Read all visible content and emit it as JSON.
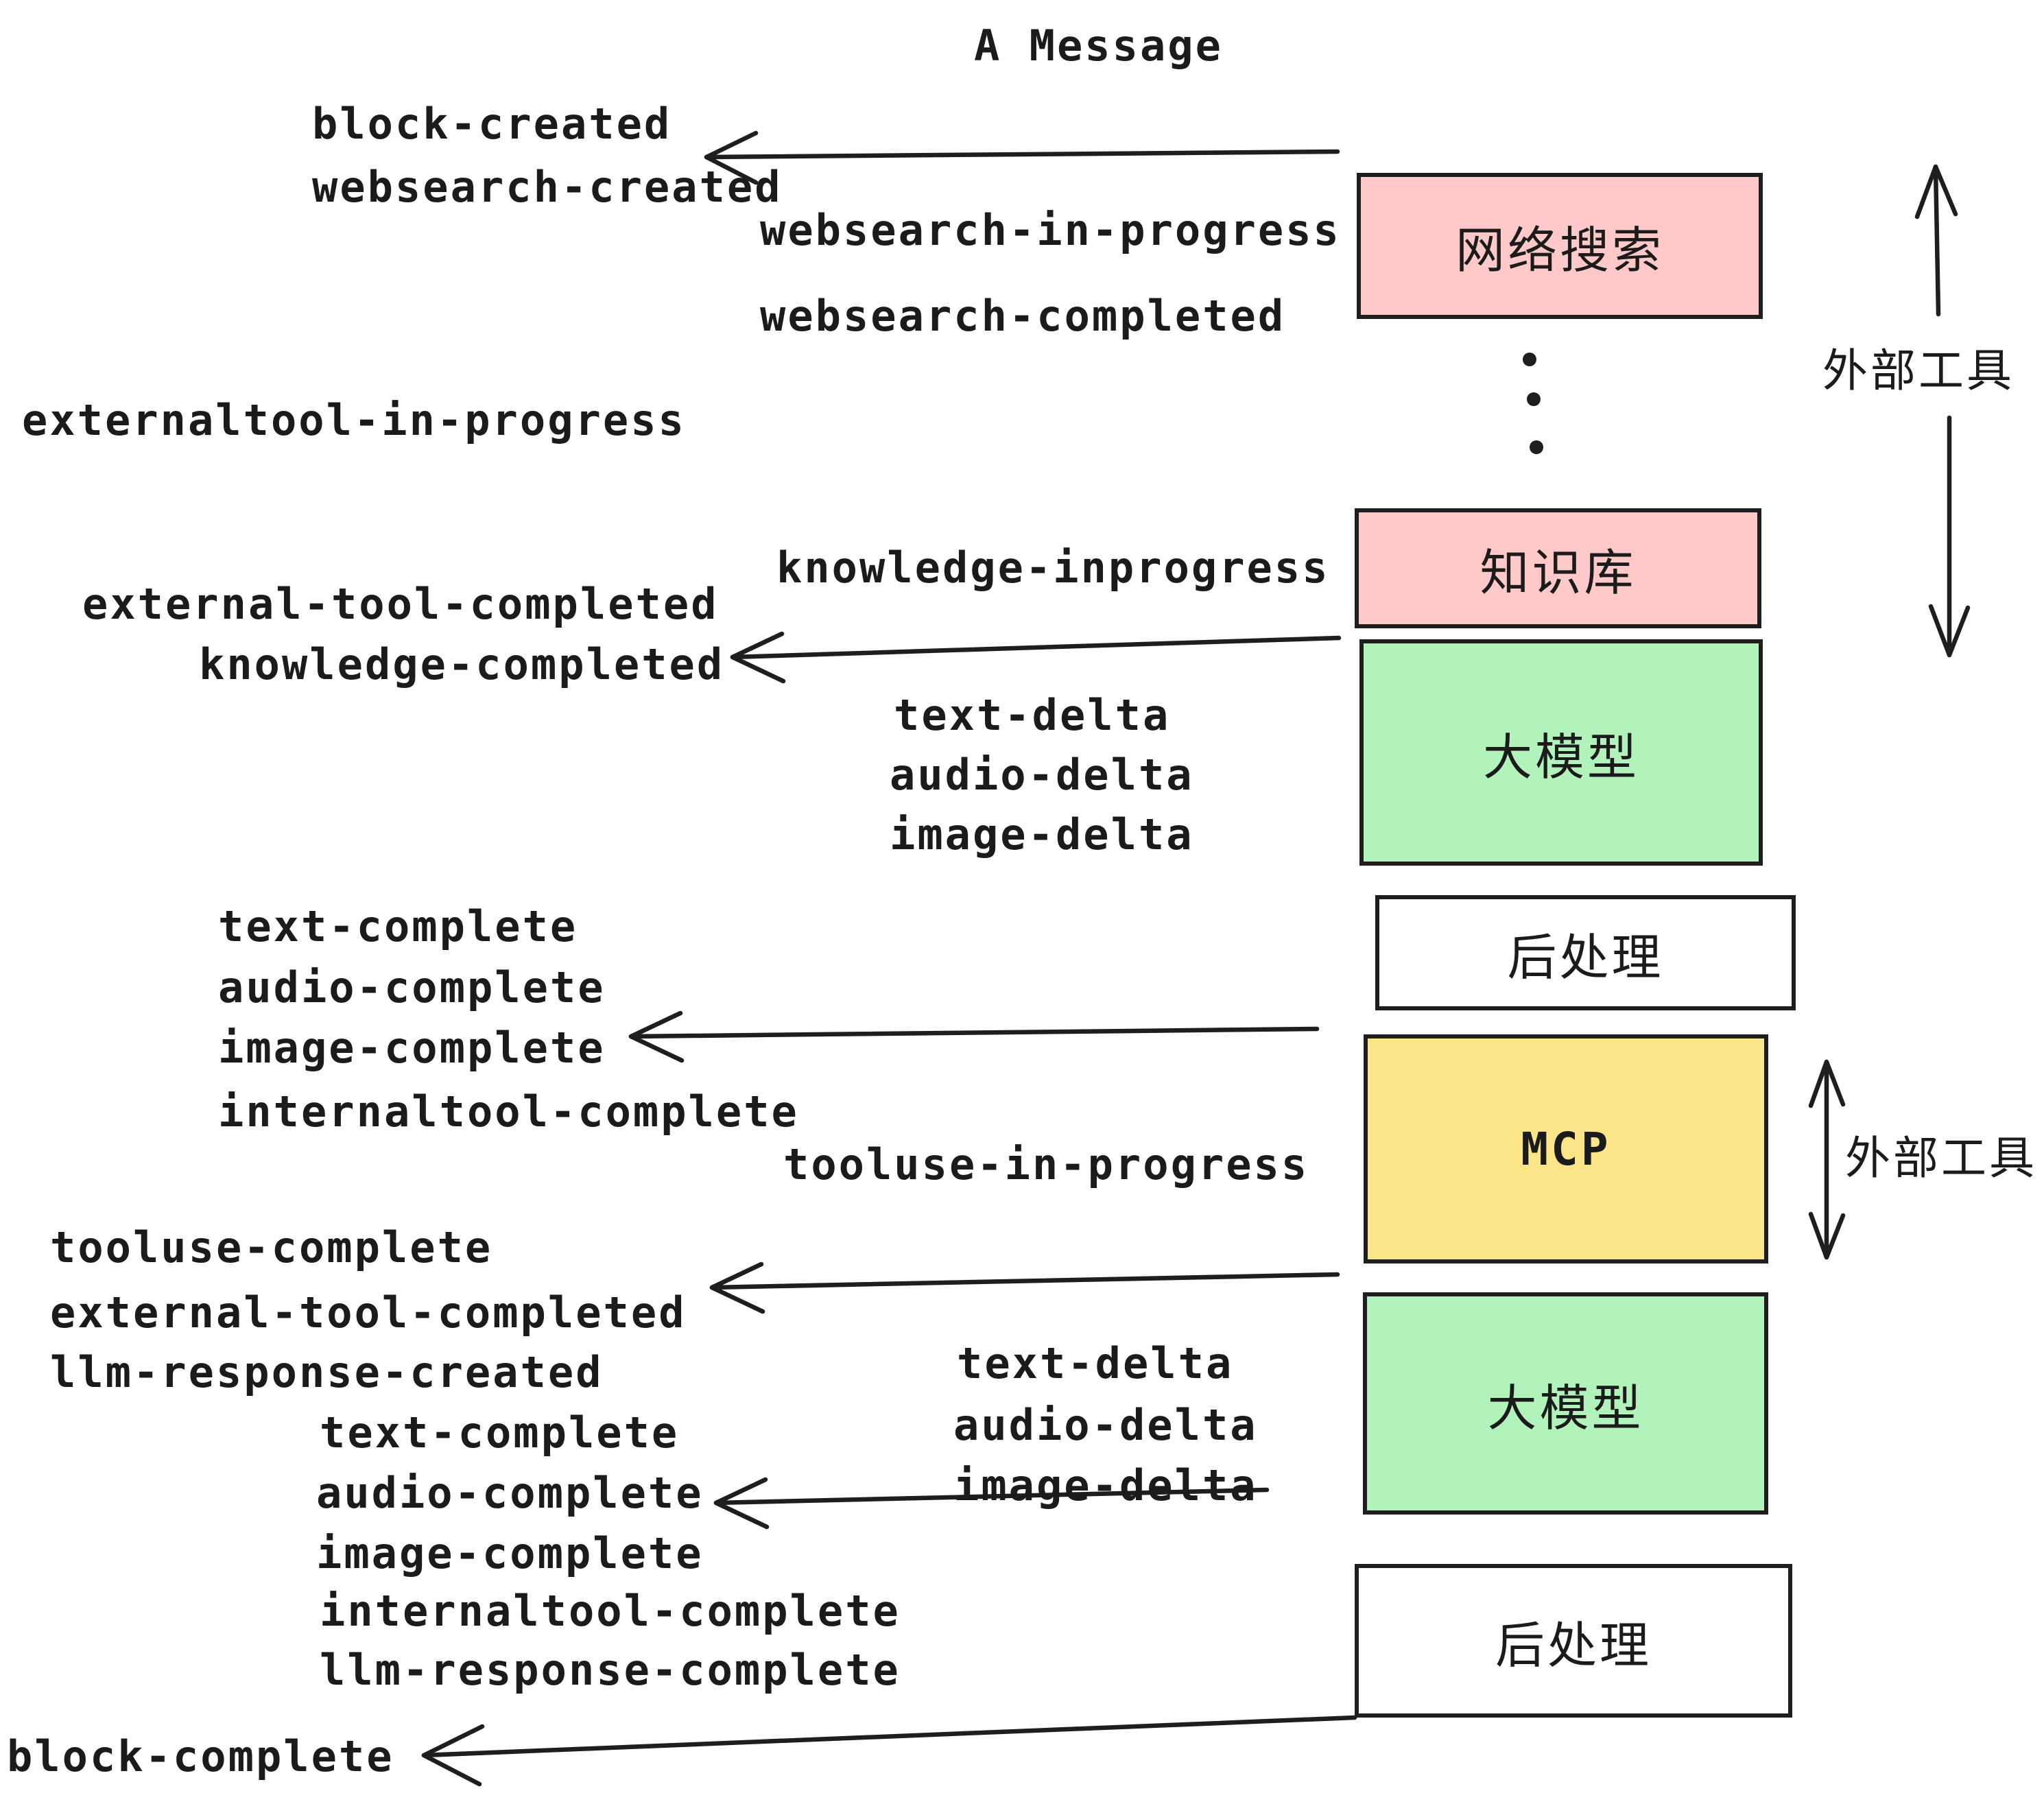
{
  "title": "A Message",
  "events": {
    "block_created": "block-created",
    "websearch_created": "websearch-created",
    "websearch_in_progress": "websearch-in-progress",
    "websearch_completed": "websearch-completed",
    "externaltool_in_progress": "externaltool-in-progress",
    "knowledge_inprogress": "knowledge-inprogress",
    "external_tool_completed": "external-tool-completed",
    "knowledge_completed": "knowledge-completed",
    "text_delta": "text-delta",
    "audio_delta": "audio-delta",
    "image_delta": "image-delta",
    "text_complete": "text-complete",
    "audio_complete": "audio-complete",
    "image_complete": "image-complete",
    "internaltool_complete": "internaltool-complete",
    "tooluse_in_progress": "tooluse-in-progress",
    "tooluse_complete": "tooluse-complete",
    "external_tool_completed_2": "external-tool-completed",
    "llm_response_created": "llm-response-created",
    "text_delta_2": "text-delta",
    "audio_delta_2": "audio-delta",
    "image_delta_2": "image-delta",
    "text_complete_2": "text-complete",
    "audio_complete_2": "audio-complete",
    "image_complete_2": "image-complete",
    "internaltool_complete_2": "internaltool-complete",
    "llm_response_complete": "llm-response-complete",
    "block_complete": "block-complete"
  },
  "nodes": {
    "websearch": "网络搜索",
    "knowledge": "知识库",
    "llm_1": "大模型",
    "post_1": "后处理",
    "mcp": "MCP",
    "llm_2": "大模型",
    "post_2": "后处理"
  },
  "side_labels": {
    "external_tools_1": "外部工具",
    "external_tools_2": "外部工具"
  },
  "colors": {
    "pink": "#ffc9c9",
    "green": "#b2f2bb",
    "yellow": "#fae588",
    "white": "#ffffff",
    "stroke": "#1e1e1e",
    "ink": "#1b1b1b"
  }
}
